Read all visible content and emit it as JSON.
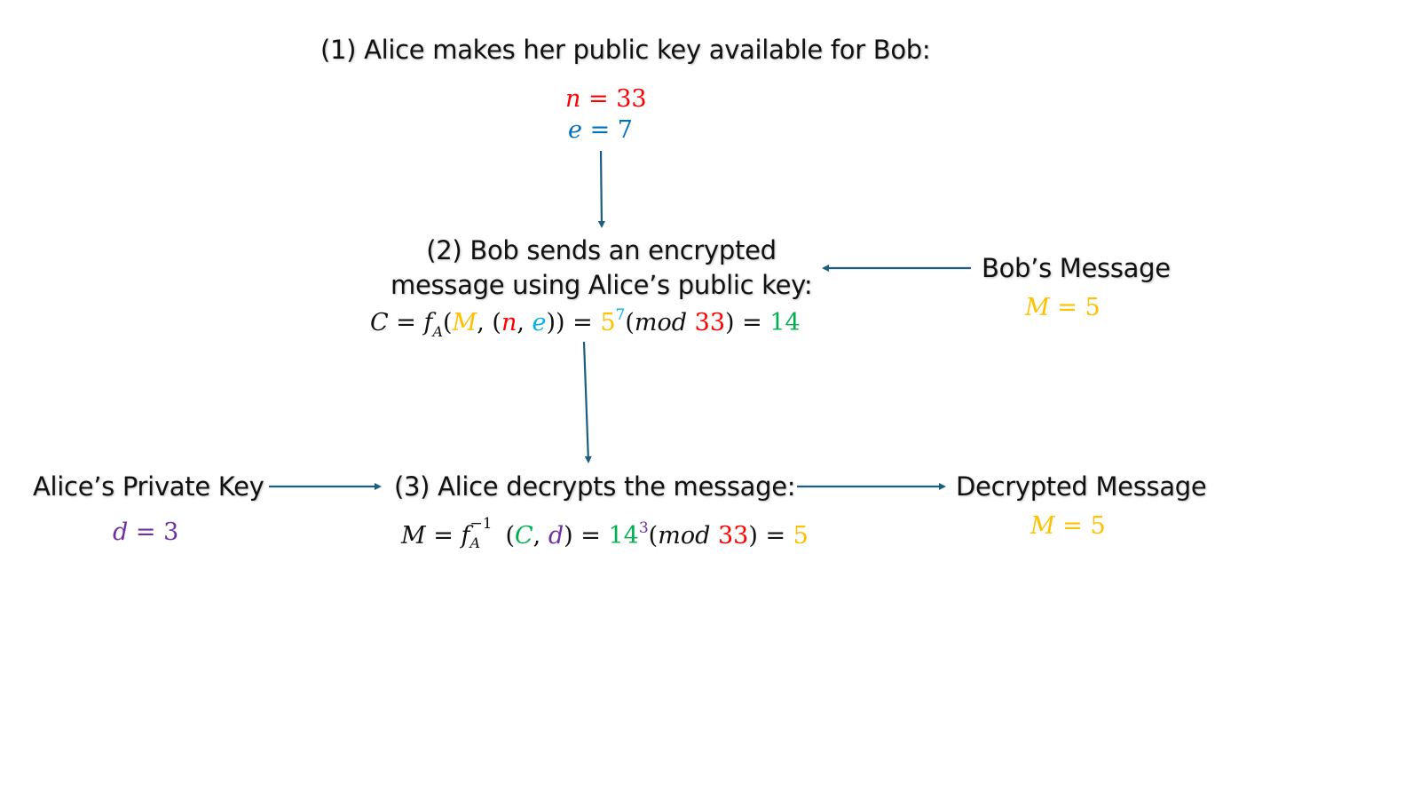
{
  "colors": {
    "n": "#ff0000",
    "e_key": "#0070c0",
    "e_formula": "#00b0f0",
    "M": "#ffc000",
    "C": "#00b050",
    "d": "#7030a0",
    "arrow": "#1b5e80",
    "text": "#111111"
  },
  "step1": {
    "title": "(1) Alice makes her public key available for Bob:",
    "n_var": "n",
    "n_eq": " = ",
    "n_val": "33",
    "e_var": "e",
    "e_eq": " = ",
    "e_val": "7"
  },
  "step2": {
    "title_line1": "(2) Bob sends an encrypted",
    "title_line2": "message using Alice’s public key:",
    "formula": {
      "lhs": "C",
      "eq1": " =  ",
      "func": "f",
      "func_sub": "A",
      "open": "(",
      "arg_M": "M",
      "comma1": ", (",
      "arg_n": "n",
      "comma2": ", ",
      "arg_e": "e",
      "close": "))",
      "eq2": " = ",
      "base": "5",
      "exp": "7",
      "mod_open": "(",
      "mod_word": "mod",
      "mod_space": " ",
      "mod_val": "33",
      "mod_close": ")",
      "eq3": " = ",
      "result": "14"
    }
  },
  "bob_message": {
    "title": "Bob’s Message",
    "var": "M",
    "eq": " = ",
    "val": "5"
  },
  "private_key": {
    "title": "Alice’s Private Key",
    "var": "d",
    "eq": " = ",
    "val": "3"
  },
  "step3": {
    "title": "(3) Alice decrypts the message:",
    "formula": {
      "lhs": "M",
      "eq1": " = ",
      "func": "f",
      "func_sup": "−1",
      "func_sub": "A",
      "open": "(",
      "arg_C": "C",
      "comma": ", ",
      "arg_d": "d",
      "close": ")",
      "eq2": " = ",
      "base": "14",
      "exp": "3",
      "mod_open": "(",
      "mod_word": "mod",
      "mod_space": " ",
      "mod_val": "33",
      "mod_close": ")",
      "eq3": " = ",
      "result": "5"
    }
  },
  "decrypted_message": {
    "title": "Decrypted Message",
    "var": "M",
    "eq": " = ",
    "val": "5"
  }
}
